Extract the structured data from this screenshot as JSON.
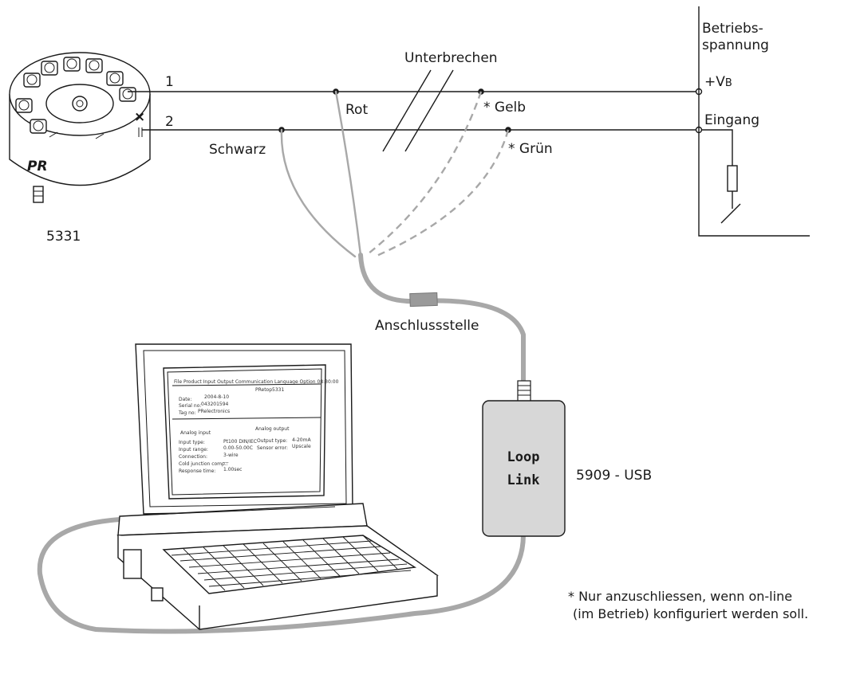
{
  "labels": {
    "device": "5331",
    "wire1": "1",
    "wire2": "2",
    "rot": "Rot",
    "schwarz": "Schwarz",
    "gelb": "* Gelb",
    "gruen": "* Grün",
    "unterbrechen": "Unterbrechen",
    "betriebs1": "Betriebs-",
    "betriebs2": "spannung",
    "vb_prefix": "+V",
    "vb_sub": "B",
    "eingang": "Eingang",
    "anschluss": "Anschlussstelle",
    "loop1": "Loop",
    "loop2": "Link",
    "usb": "5909 - USB",
    "note1": "* Nur anzuschliessen, wenn on-line",
    "note2": "(im Betrieb) konfiguriert werden soll.",
    "device_logo": "PR"
  },
  "screen": {
    "menu": "File  Product  Input  Output  Communication  Language  Option  08:30:00",
    "subtitle": "PRetop5331",
    "date_label": "Date:",
    "date_value": "2004-8-10",
    "serial_label": "Serial no:",
    "serial_value": "043201594",
    "tag_label": "Tag no:",
    "tag_value": "PRelectronics",
    "analog_input": "Analog input",
    "analog_output": "Analog output",
    "input_type_label": "Input type:",
    "input_type_value": "Pt100 DIN/IEC",
    "input_range_label": "Input range:",
    "input_range_value": "0.00-50.00C",
    "connection_label": "Connection:",
    "connection_value": "3-wire",
    "cold_label": "Cold junction comp.:",
    "cold_value": "---",
    "response_label": "Response time:",
    "response_value": "1.00sec",
    "output_type_label": "Output type:",
    "output_type_value": "4-20mA",
    "sensor_error_label": "Sensor error:",
    "sensor_error_value": "Upscale"
  },
  "colors": {
    "cable": "#a8a8a8",
    "loop_link_body": "#d7d7d7",
    "line": "#1a1a1a"
  }
}
